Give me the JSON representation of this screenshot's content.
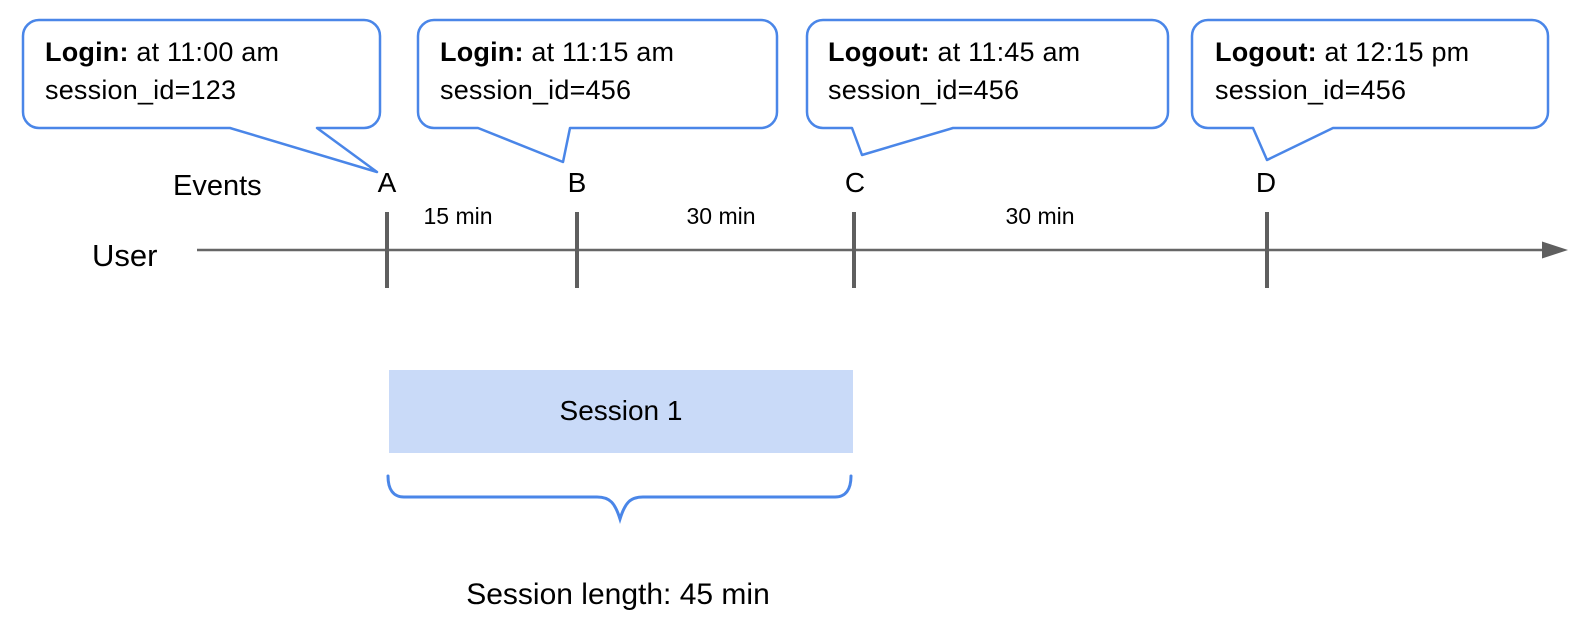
{
  "callouts": [
    {
      "event": "Login:",
      "time": " at 11:00 am",
      "session": "session_id=123"
    },
    {
      "event": "Login:",
      "time": " at 11:15 am",
      "session": "session_id=456"
    },
    {
      "event": "Logout:",
      "time": " at 11:45 am",
      "session": "session_id=456"
    },
    {
      "event": "Logout:",
      "time": " at 12:15 pm",
      "session": "session_id=456"
    }
  ],
  "timeline": {
    "axis_label": "Events",
    "row_label": "User",
    "event_labels": [
      "A",
      "B",
      "C",
      "D"
    ],
    "interval_labels": [
      "15 min",
      "30 min",
      "30 min"
    ]
  },
  "session_box_label": "Session 1",
  "session_length_label": "Session length: 45 min",
  "colors": {
    "accent_blue": "#4a86e8",
    "session_fill": "#c9daf8",
    "line_gray": "#666666",
    "tick_gray": "#5f5f5f"
  }
}
